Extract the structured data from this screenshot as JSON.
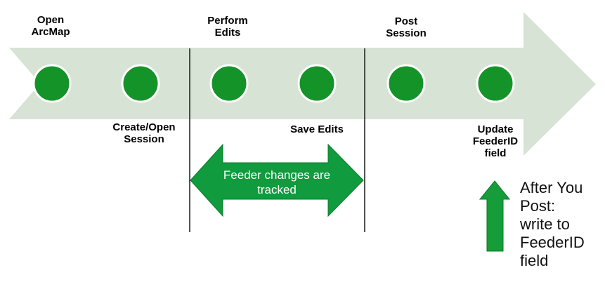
{
  "diagram": {
    "title_hint": "ArcMap editing session workflow timeline",
    "steps": [
      {
        "label": "Open\nArcMap",
        "position": "above"
      },
      {
        "label": "Create/Open\nSession",
        "position": "below"
      },
      {
        "label": "Perform\nEdits",
        "position": "above"
      },
      {
        "label": "Save Edits",
        "position": "below"
      },
      {
        "label": "Post\nSession",
        "position": "above"
      },
      {
        "label": "Update\nFeederID\nfield",
        "position": "below"
      }
    ],
    "tracked_span_label": "Feeder changes are\ntracked",
    "post_note": "After You\nPost:\nwrite to\nFeederID\nfield",
    "colors": {
      "timeline_band": "#d7e3d4",
      "node_green": "#149428",
      "node_ring": "#ffffff",
      "span_arrow_green": "#0f9b3e",
      "up_arrow_green": "#169c38",
      "arrow_edge": "#0b7a2a",
      "divider_line": "#1a1a1a",
      "label_text": "#000000",
      "span_label_text": "#ffffff"
    }
  }
}
